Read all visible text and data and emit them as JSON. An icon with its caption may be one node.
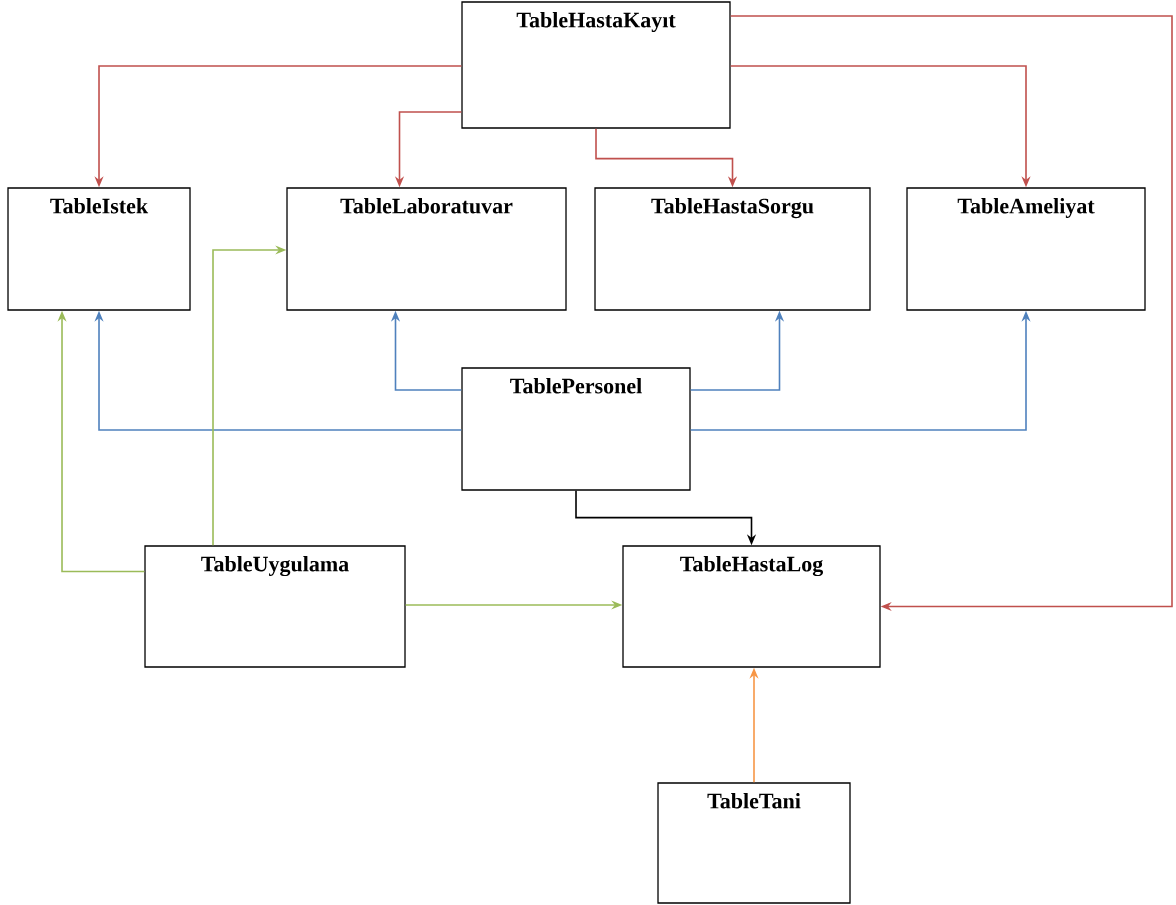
{
  "diagram": {
    "nodes": [
      {
        "text": [
          "TableHastaKayıt"
        ]
      },
      {
        "text": [
          "TableIstek"
        ]
      },
      {
        "text": [
          "TableLaboratuvar"
        ]
      },
      {
        "text": [
          "TableHastaSorgu"
        ]
      },
      {
        "text": [
          "TableAmeliyat"
        ]
      },
      {
        "text": [
          "TablePersonel"
        ]
      },
      {
        "text": [
          "TableUygulama"
        ]
      },
      {
        "text": [
          "TableHastaLog"
        ]
      },
      {
        "text": [
          "TableTani"
        ]
      }
    ],
    "edges": [
      {
        "from": 0,
        "to": 1,
        "arrow": "to",
        "color": "#c0504d"
      },
      {
        "from": 0,
        "to": 2,
        "arrow": "to",
        "color": "#c0504d"
      },
      {
        "from": 0,
        "to": 3,
        "arrow": "to",
        "color": "#c0504d"
      },
      {
        "from": 0,
        "to": 4,
        "arrow": "to",
        "color": "#c0504d"
      },
      {
        "from": 0,
        "to": 7,
        "arrow": "to",
        "color": "#c0504d"
      },
      {
        "from": 5,
        "to": 1,
        "arrow": "to",
        "color": "#4f81bd"
      },
      {
        "from": 5,
        "to": 2,
        "arrow": "to",
        "color": "#4f81bd"
      },
      {
        "from": 5,
        "to": 3,
        "arrow": "to",
        "color": "#4f81bd"
      },
      {
        "from": 5,
        "to": 4,
        "arrow": "to",
        "color": "#4f81bd"
      },
      {
        "from": 5,
        "to": 7,
        "arrow": "to",
        "color": "#000000"
      },
      {
        "from": 6,
        "to": 1,
        "arrow": "to",
        "color": "#9bbb59"
      },
      {
        "from": 6,
        "to": 2,
        "arrow": "to",
        "color": "#9bbb59"
      },
      {
        "from": 6,
        "to": 7,
        "arrow": "to",
        "color": "#9bbb59"
      },
      {
        "from": 8,
        "to": 7,
        "arrow": "to",
        "color": "#f79646"
      }
    ]
  }
}
